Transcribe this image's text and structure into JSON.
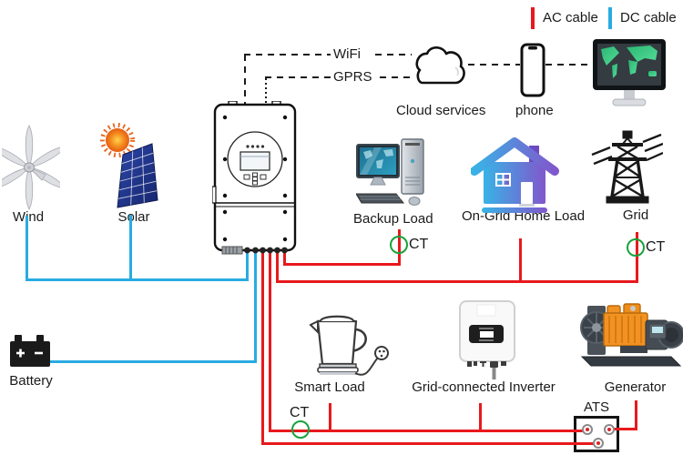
{
  "legend": {
    "items": [
      {
        "label": "AC cable",
        "color": "#e8191c"
      },
      {
        "label": "DC cable",
        "color": "#29abe2"
      }
    ]
  },
  "communication": {
    "wifi_label": "WiFi",
    "gprs_label": "GPRS",
    "cloud_label": "Cloud services",
    "phone_label": "phone"
  },
  "components": {
    "wind": {
      "label": "Wind"
    },
    "solar": {
      "label": "Solar"
    },
    "battery": {
      "label": "Battery"
    },
    "backup_load": {
      "label": "Backup Load",
      "ct_label": "CT"
    },
    "ongrid_home_load": {
      "label": "On-Grid Home Load"
    },
    "grid": {
      "label": "Grid",
      "ct_label": "CT"
    },
    "smart_load": {
      "label": "Smart Load",
      "ct_label": "CT"
    },
    "grid_connected_inverter": {
      "label": "Grid-connected Inverter"
    },
    "generator": {
      "label": "Generator"
    },
    "ats": {
      "label": "ATS"
    }
  },
  "colors": {
    "ac_cable": "#e8191c",
    "dc_cable": "#29abe2",
    "ct_ring": "#18a23c",
    "comm_line": "#1a1a1a"
  }
}
